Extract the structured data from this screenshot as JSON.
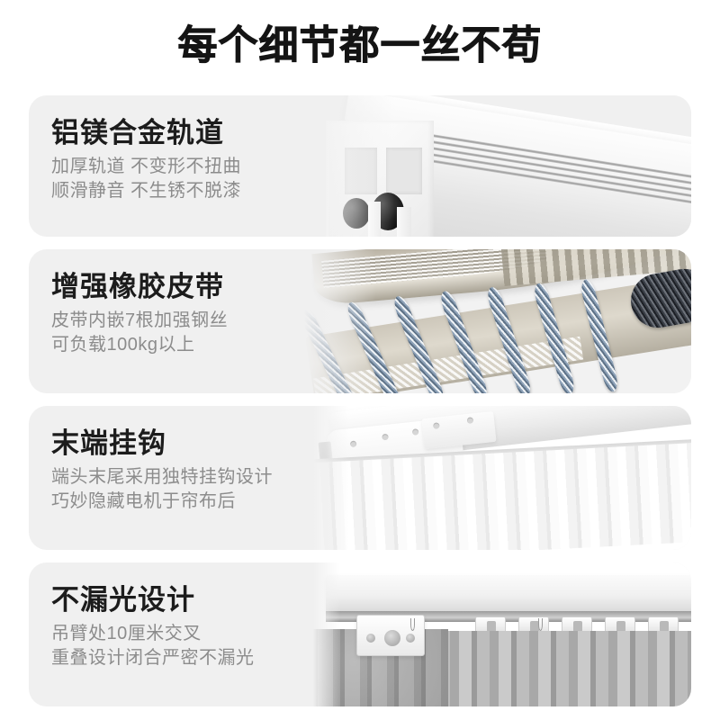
{
  "page": {
    "title": "每个细节都一丝不苟",
    "background_color": "#ffffff",
    "card_color": "#f0f0f0",
    "title_color": "#141414",
    "subtitle_color": "#8c8c8c"
  },
  "features": [
    {
      "title": "铝镁合金轨道",
      "line1": "加厚轨道 不变形不扭曲",
      "line2": "顺滑静音 不生锈不脱漆",
      "image_name": "aluminum-magnesium-alloy-track-photo"
    },
    {
      "title": "增强橡胶皮带",
      "line1": "皮带内嵌7根加强钢丝",
      "line2": "可负载100kg以上",
      "image_name": "reinforced-rubber-belt-photo"
    },
    {
      "title": "末端挂钩",
      "line1": "端头末尾采用独特挂钩设计",
      "line2": "巧妙隐藏电机于帘布后",
      "image_name": "end-hook-photo"
    },
    {
      "title": "不漏光设计",
      "line1": "吊臂处10厘米交叉",
      "line2": "重叠设计闭合严密不漏光",
      "image_name": "no-light-leak-photo"
    }
  ]
}
